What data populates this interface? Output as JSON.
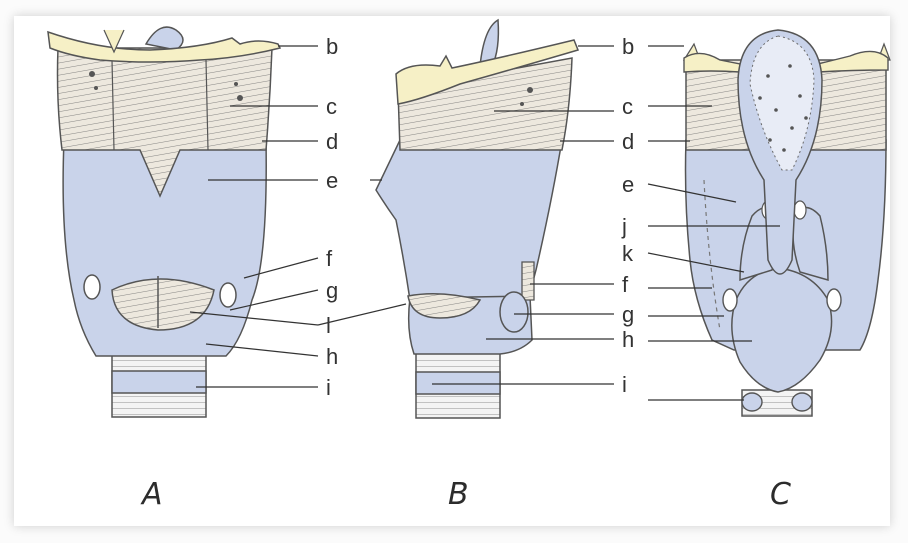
{
  "figure": {
    "panels": [
      {
        "id": "A",
        "caption": "A",
        "labels": [
          "b",
          "c",
          "d",
          "e",
          "f",
          "g",
          "l",
          "h",
          "i"
        ]
      },
      {
        "id": "B",
        "caption": "B",
        "labels": [
          "b",
          "c",
          "d",
          "e",
          "f",
          "g",
          "h",
          "i"
        ]
      },
      {
        "id": "C",
        "caption": "C",
        "labels": [
          "b",
          "c",
          "d",
          "e",
          "j",
          "k",
          "f",
          "g",
          "h",
          "i"
        ]
      }
    ]
  },
  "colors": {
    "cartilage": "#c9d3ea",
    "muscle": "#ede8de",
    "bone": "#f6f0c6",
    "outline": "#555555",
    "label": "#333333"
  }
}
